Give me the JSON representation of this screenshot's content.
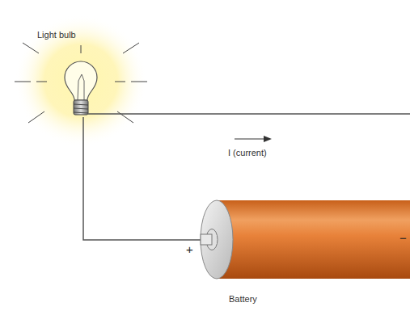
{
  "diagram": {
    "labels": [
      "Light bulb",
      "I (current)",
      "+",
      "−",
      "Battery"
    ]
  }
}
